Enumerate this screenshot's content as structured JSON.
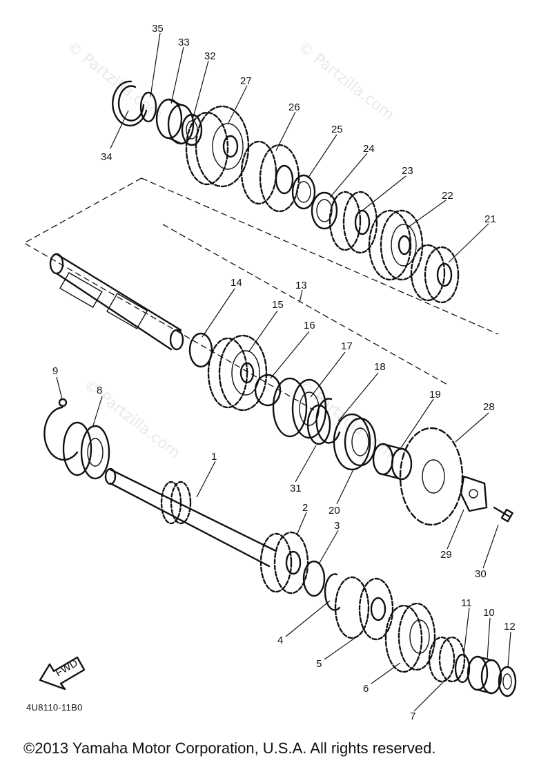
{
  "watermarks": [
    "© Partzilla.com",
    "© Partzilla.com",
    "© Partzilla.com",
    "© Partzilla.com"
  ],
  "fwd_label": "FWD",
  "diagram_code": "4U8110-11B0",
  "copyright": "©2013  Yamaha Motor Corporation, U.S.A. All rights reserved.",
  "callouts": [
    "1",
    "2",
    "3",
    "4",
    "5",
    "6",
    "7",
    "8",
    "9",
    "10",
    "11",
    "12",
    "13",
    "14",
    "15",
    "16",
    "17",
    "18",
    "19",
    "20",
    "21",
    "22",
    "23",
    "24",
    "25",
    "26",
    "27",
    "28",
    "29",
    "30",
    "31",
    "32",
    "33",
    "34",
    "35"
  ]
}
